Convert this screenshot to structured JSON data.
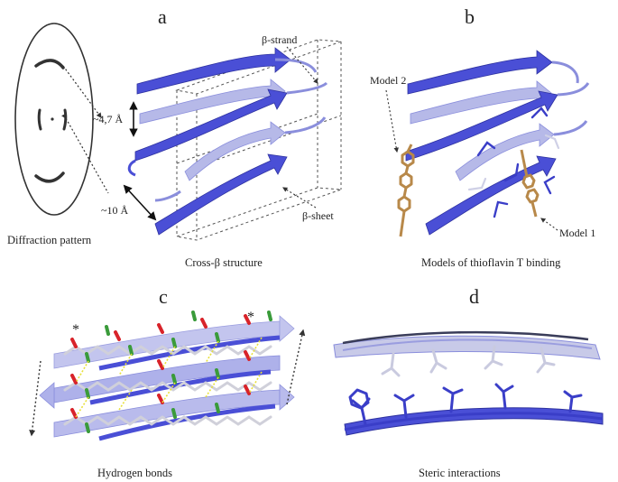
{
  "panels": {
    "a": {
      "letter": "a",
      "caption_left": "Diffraction pattern",
      "caption_right": "Cross-β structure",
      "strand_label": "β-strand",
      "sheet_label": "β-sheet",
      "spacing_small": "~4,7 Å",
      "spacing_large": "~10 Å"
    },
    "b": {
      "letter": "b",
      "caption": "Models of thioflavin T binding",
      "model1_label": "Model 1",
      "model2_label": "Model 2"
    },
    "c": {
      "letter": "c",
      "caption": "Hydrogen bonds",
      "marker": "*"
    },
    "d": {
      "letter": "d",
      "caption": "Steric interactions"
    }
  },
  "colors": {
    "strand_dark": "#4a4fd6",
    "strand_light": "#b6b9e8",
    "ligand": "#b8894a",
    "oxygen": "#d8232a",
    "nitrogen": "#3a9b3a",
    "hbond": "#e8e03a"
  }
}
